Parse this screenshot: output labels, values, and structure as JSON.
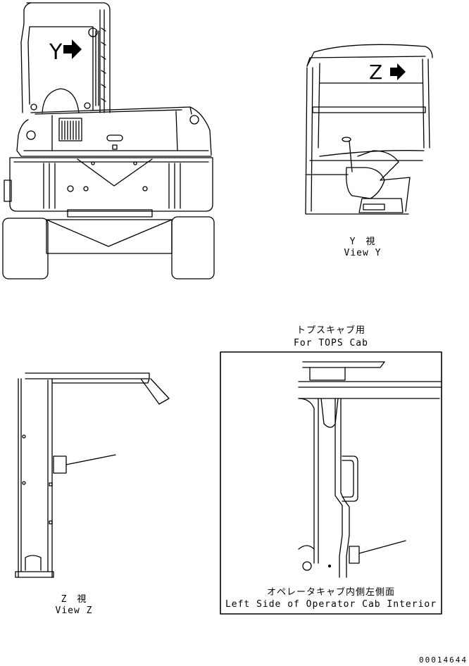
{
  "view_y": {
    "jp": "Y　視",
    "en": "View Y",
    "marker": "Y"
  },
  "view_z": {
    "jp": "Z　視",
    "en": "View Z",
    "marker": "Z"
  },
  "tops": {
    "jp": "トプスキャブ用",
    "en": "For TOPS Cab"
  },
  "operator_cab": {
    "jp": "オペレータキャブ内側左側面",
    "en": "Left Side of Operator Cab Interior"
  },
  "drawing_number": "00014644",
  "icons": [
    "arrow-right-icon"
  ]
}
